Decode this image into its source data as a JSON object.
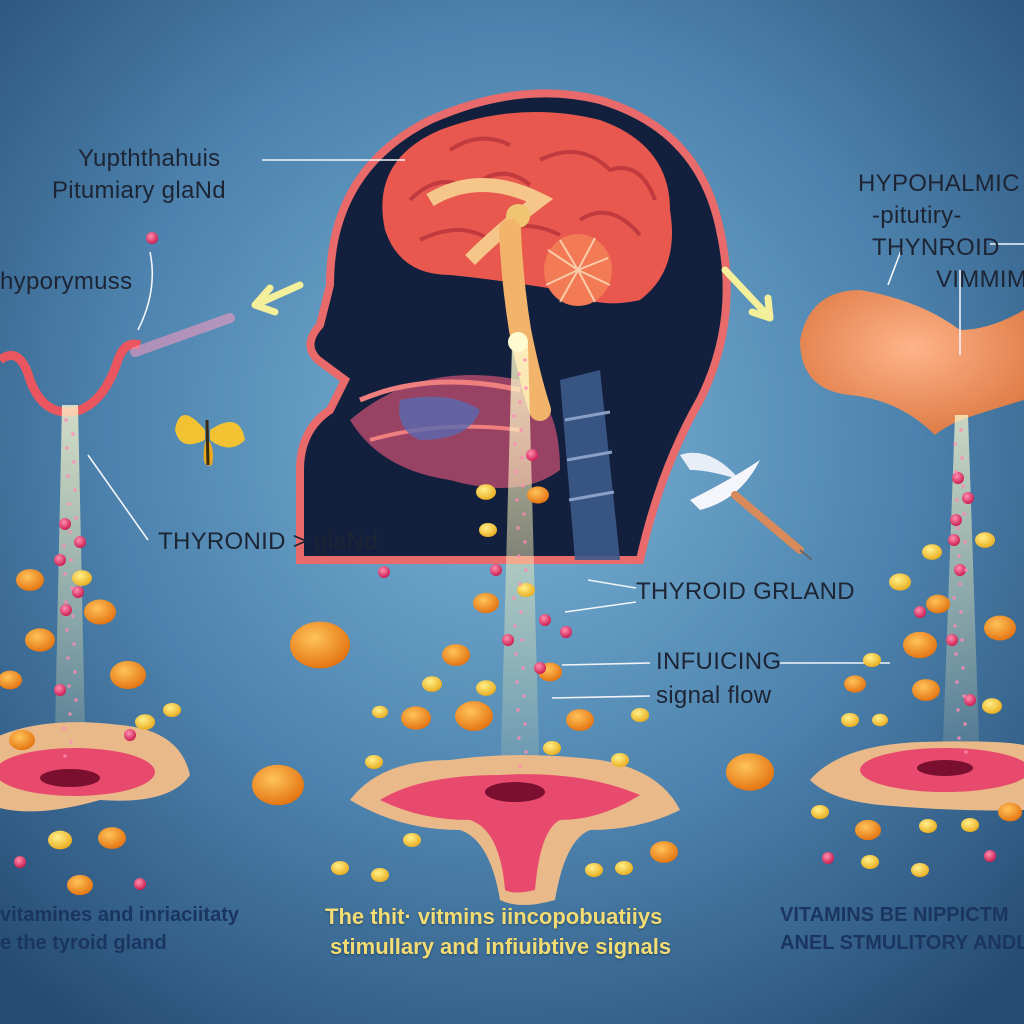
{
  "labels": {
    "hypothalamus_pituitary_line1": "Yupththahuis",
    "hypothalamus_pituitary_line2": "Pitumiary  glaNd",
    "hypothymus": "hyporymuss",
    "thyroid_left": "THYRONID > glaNd",
    "thyroid_center": "THYROID  GRLAND",
    "influencing": "INFUICING",
    "signal_flow": "signal  flow",
    "axis_line1": "HYPOHALMIC",
    "axis_line2": "-pitutiry-",
    "axis_line3": "THYNROID",
    "axis_line4": "VIMMIM"
  },
  "captions": {
    "left_line1": "vitamines and inriaciitaty",
    "left_line2": "e the tyroid gland",
    "center_line1": "The thit·  vitmins iincopobuatiiys",
    "center_line2": "stimullary and infiuibtive  signals",
    "right_line1": "VITAMINS BE NIPPICTM",
    "right_line2": "ANEL STMULITORY ANDLI"
  },
  "colors": {
    "background_center": "#6aa4cc",
    "background_edge": "#2b557f",
    "brain": "#e8584f",
    "gland_pink": "#e84a6e",
    "gland_tan": "#e9b98a",
    "pill_orange": "#f28a1e",
    "pill_yellow": "#f7c53a",
    "signal_glow": "#fff6a8",
    "caption_yellow": "#f2dc73",
    "caption_blue": "#1b3561"
  }
}
